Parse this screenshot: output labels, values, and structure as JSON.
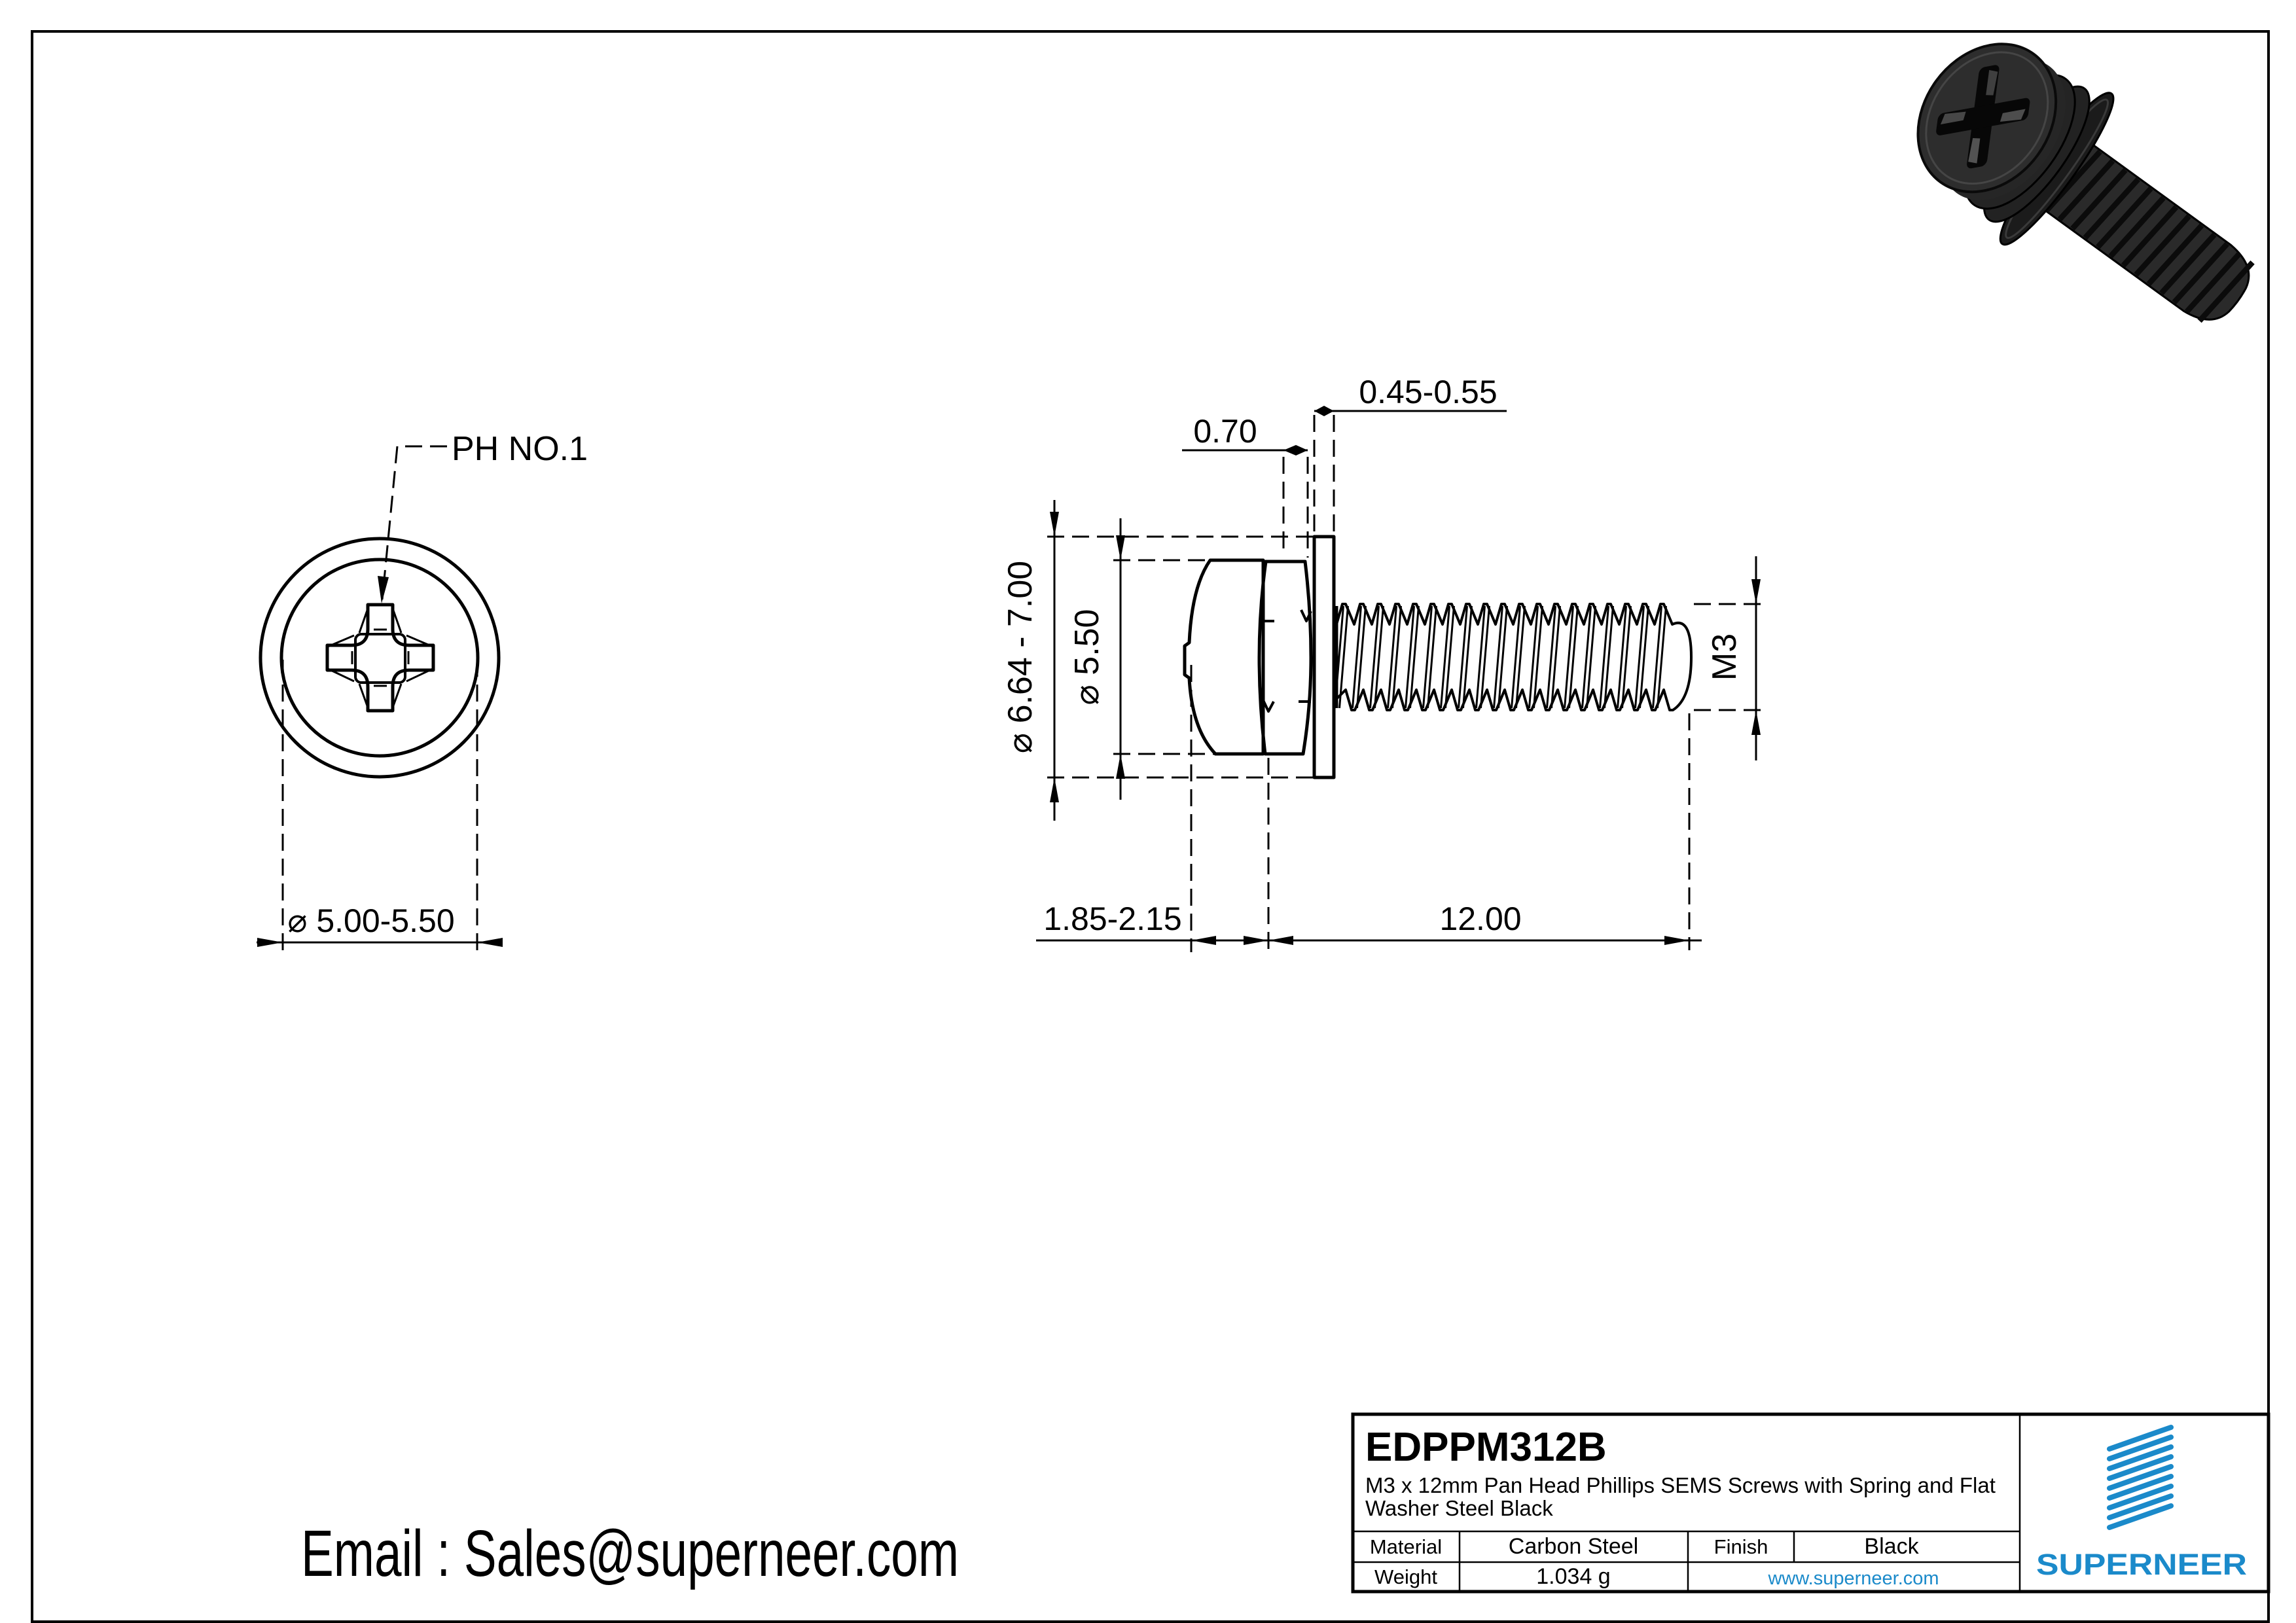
{
  "drawing": {
    "front_view": {
      "leader_label": "PH NO.1",
      "head_diameter_dim": "⌀ 5.00-5.50"
    },
    "side_view": {
      "washer_od_dim": "⌀ 6.64 - 7.00",
      "head_od_dim": "⌀ 5.50",
      "spring_washer_width_dim": "0.70",
      "flat_washer_thickness_dim": "0.45-0.55",
      "head_height_dim": "1.85-2.15",
      "screw_length_dim": "12.00",
      "thread_size_dim": "M3"
    }
  },
  "email_line": "Email : Sales@superneer.com",
  "title_block": {
    "part_number": "EDPPM312B",
    "description_line1": "M3 x 12mm Pan Head Phillips SEMS Screws with Spring and Flat",
    "description_line2": "Washer Steel Black",
    "material_label": "Material",
    "material_value": "Carbon Steel",
    "finish_label": "Finish",
    "finish_value": "Black",
    "weight_label": "Weight",
    "weight_value": "1.034 g",
    "website": "www.superneer.com",
    "brand": "SUPERNEER"
  },
  "colors": {
    "accent": "#1b8aca",
    "line": "#000000",
    "page_bg": "#ffffff",
    "screw_body": "#262626"
  },
  "icons": {
    "logo": "logo-stripes-icon",
    "recess": "phillips-recess-icon"
  }
}
